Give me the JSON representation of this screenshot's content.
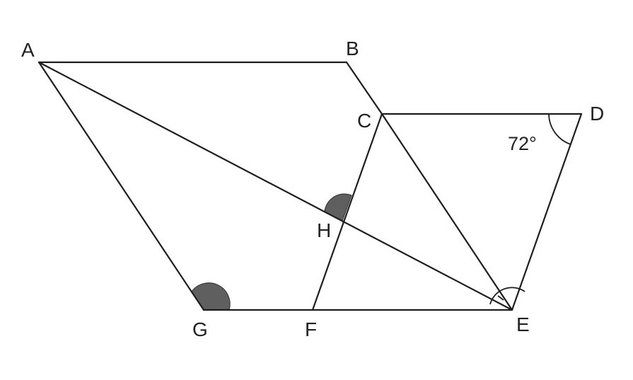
{
  "diagram": {
    "points": {
      "A": "A",
      "B": "B",
      "C": "C",
      "D": "D",
      "E": "E",
      "F": "F",
      "G": "G",
      "H": "H"
    },
    "segments": [
      "AB",
      "BC",
      "CD",
      "DE",
      "EF",
      "FG",
      "GA",
      "AE",
      "CF",
      "CE"
    ],
    "given_angle": {
      "vertex": "D",
      "label": "72°"
    },
    "shaded_angles": [
      "G",
      "H"
    ],
    "marked_angle": "E",
    "colors": {
      "line": "#1e1e1e",
      "shade": "#5f5f5f",
      "text": "#222222",
      "background": "#ffffff"
    }
  }
}
